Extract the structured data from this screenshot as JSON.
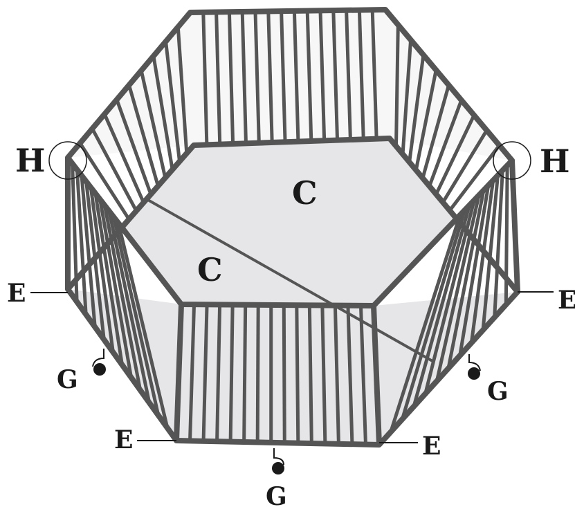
{
  "labels": {
    "c_top": "C",
    "c_bottom": "C",
    "h_left": "H",
    "h_right": "H",
    "e_left_mid": "E",
    "e_right_mid": "E",
    "e_bottom_left": "E",
    "e_bottom_right": "E",
    "g_left": "G",
    "g_right": "G",
    "g_bottom": "G"
  },
  "colors": {
    "frame": "#555556",
    "floor_fill": "#e6e6e8",
    "label": "#1a1a1a"
  }
}
